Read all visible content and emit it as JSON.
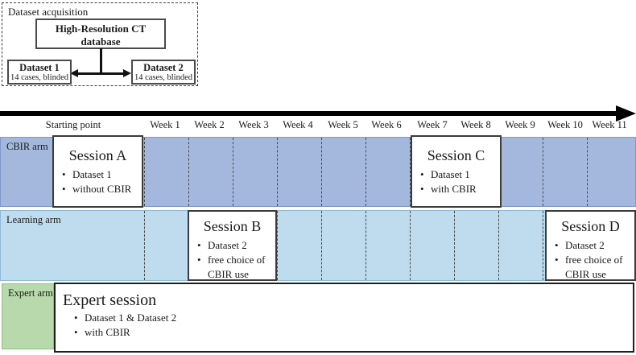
{
  "acquisition": {
    "panel_title": "Dataset acquisition",
    "database_line1": "High-Resolution CT",
    "database_line2": "database",
    "dataset1_name": "Dataset 1",
    "dataset1_detail": "14 cases, blinded",
    "dataset2_name": "Dataset 2",
    "dataset2_detail": "14 cases, blinded"
  },
  "timeline": {
    "start_label": "Starting point",
    "weeks": [
      "Week 1",
      "Week 2",
      "Week 3",
      "Week 4",
      "Week 5",
      "Week 6",
      "Week 7",
      "Week 8",
      "Week 9",
      "Week 10",
      "Week 11"
    ]
  },
  "arms": {
    "cbir": {
      "label": "CBIR arm",
      "band_color": "#a4b8dd"
    },
    "learning": {
      "label": "Learning arm",
      "band_color": "#bedcee"
    },
    "expert": {
      "label": "Expert arm",
      "band_color": "#b7d9ab"
    }
  },
  "sessions": {
    "a": {
      "title": "Session A",
      "bullets": [
        "Dataset 1",
        "without CBIR"
      ]
    },
    "b": {
      "title": "Session B",
      "bullets": [
        "Dataset 2",
        "free choice of CBIR use"
      ]
    },
    "c": {
      "title": "Session C",
      "bullets": [
        "Dataset 1",
        "with CBIR"
      ]
    },
    "d": {
      "title": "Session D",
      "bullets": [
        "Dataset 2",
        "free choice of CBIR use"
      ]
    },
    "expert": {
      "title": "Expert session",
      "bullets": [
        "Dataset 1 & Dataset 2",
        "with CBIR"
      ]
    }
  }
}
